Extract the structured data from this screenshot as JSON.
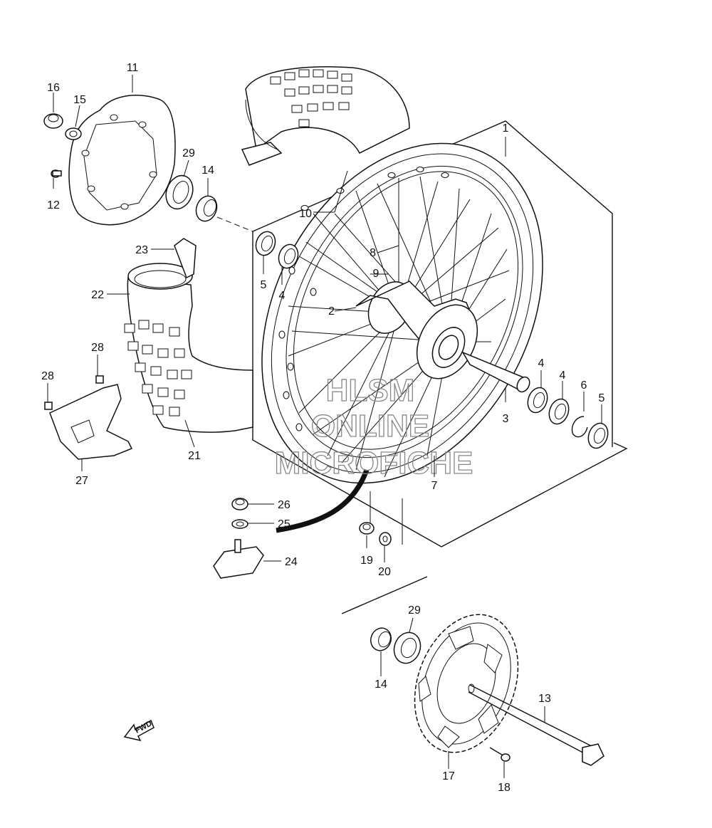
{
  "watermark": {
    "line1": "HLSM",
    "line2": "ONLINE",
    "line3": "MICROFICHE"
  },
  "direction_label": "FWD",
  "callouts": [
    {
      "id": "c1",
      "text": "1"
    },
    {
      "id": "c2",
      "text": "2"
    },
    {
      "id": "c3",
      "text": "3"
    },
    {
      "id": "c4a",
      "text": "4"
    },
    {
      "id": "c4b",
      "text": "4"
    },
    {
      "id": "c4c",
      "text": "4"
    },
    {
      "id": "c5a",
      "text": "5"
    },
    {
      "id": "c5b",
      "text": "5"
    },
    {
      "id": "c6",
      "text": "6"
    },
    {
      "id": "c7",
      "text": "7"
    },
    {
      "id": "c8",
      "text": "8"
    },
    {
      "id": "c9",
      "text": "9"
    },
    {
      "id": "c10",
      "text": "10"
    },
    {
      "id": "c11",
      "text": "11"
    },
    {
      "id": "c12",
      "text": "12"
    },
    {
      "id": "c13",
      "text": "13"
    },
    {
      "id": "c14a",
      "text": "14"
    },
    {
      "id": "c14b",
      "text": "14"
    },
    {
      "id": "c15",
      "text": "15"
    },
    {
      "id": "c16",
      "text": "16"
    },
    {
      "id": "c17",
      "text": "17"
    },
    {
      "id": "c18",
      "text": "18"
    },
    {
      "id": "c19",
      "text": "19"
    },
    {
      "id": "c20",
      "text": "20"
    },
    {
      "id": "c21",
      "text": "21"
    },
    {
      "id": "c22",
      "text": "22"
    },
    {
      "id": "c23",
      "text": "23"
    },
    {
      "id": "c24",
      "text": "24"
    },
    {
      "id": "c25",
      "text": "25"
    },
    {
      "id": "c26",
      "text": "26"
    },
    {
      "id": "c27",
      "text": "27"
    },
    {
      "id": "c28a",
      "text": "28"
    },
    {
      "id": "c28b",
      "text": "28"
    },
    {
      "id": "c29a",
      "text": "29"
    },
    {
      "id": "c29b",
      "text": "29"
    }
  ]
}
